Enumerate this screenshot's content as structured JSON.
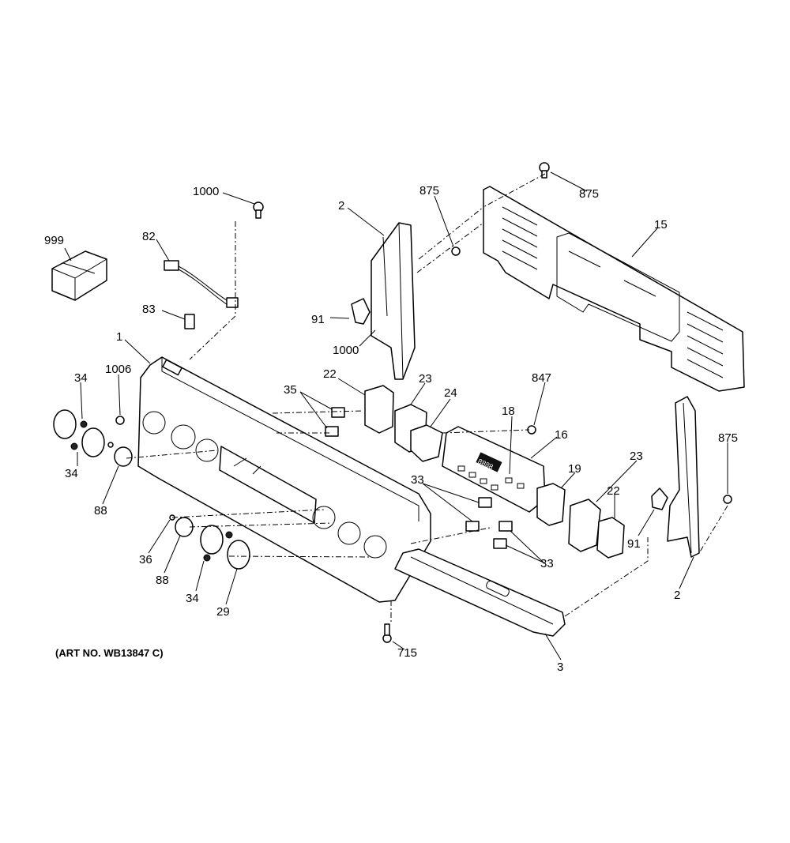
{
  "art_number": "(ART NO. WB13847 C)",
  "callouts": [
    "1000",
    "999",
    "82",
    "83",
    "1",
    "34",
    "1006",
    "34",
    "88",
    "2",
    "875",
    "875",
    "15",
    "91",
    "1000",
    "22",
    "23",
    "35",
    "24",
    "847",
    "18",
    "16",
    "875",
    "19",
    "23",
    "33",
    "22",
    "91",
    "36",
    "88",
    "34",
    "29",
    "33",
    "2",
    "715",
    "3"
  ],
  "display_digits": "8888"
}
